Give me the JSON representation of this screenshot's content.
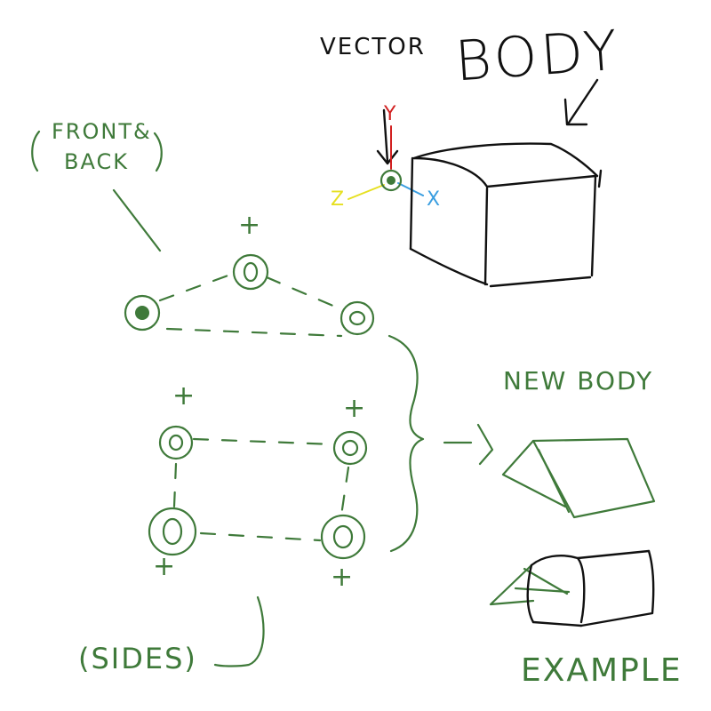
{
  "labels": {
    "vector": "VECTOR",
    "body": "BODY",
    "axis_y": "Y",
    "axis_z": "Z",
    "axis_x": "X",
    "front_back_line1": "FRONT&",
    "front_back_line2": "BACK",
    "sides": "(SIDES)",
    "new_body": "NEW BODY",
    "example": "EXAMPLE",
    "plus": "+"
  },
  "colors": {
    "ink": "#111111",
    "green": "#3f7a3a",
    "axis_y": "#d22020",
    "axis_z": "#e6e021",
    "axis_x": "#3a9ee0",
    "vertex_fill": "#3f7a3a"
  }
}
